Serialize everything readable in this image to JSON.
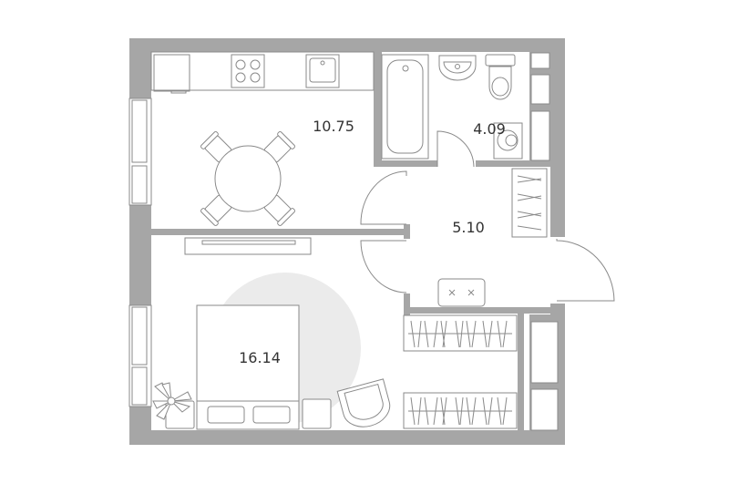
{
  "plan": {
    "rooms": [
      {
        "id": "kitchen",
        "area": "10.75"
      },
      {
        "id": "bathroom",
        "area": "4.09"
      },
      {
        "id": "hallway",
        "area": "5.10"
      },
      {
        "id": "bedroom",
        "area": "16.14"
      }
    ]
  },
  "colors": {
    "wall": "#a6a6a6",
    "line": "#8a8a8a",
    "text": "#333333",
    "rug": "#ebebeb"
  }
}
